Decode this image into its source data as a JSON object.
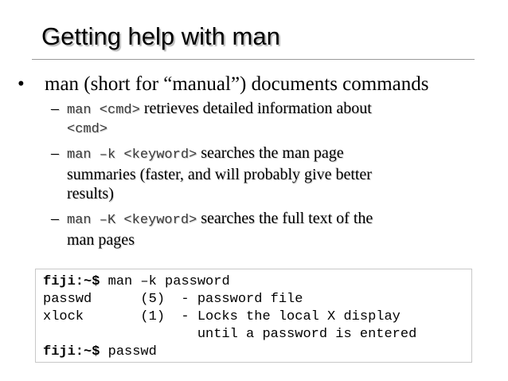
{
  "slide": {
    "title": "Getting help with man",
    "bullet_marker": "•",
    "bullet_text": "man (short for “manual”) documents commands",
    "sub_marker": "–",
    "subitems": [
      {
        "code": "man <cmd>",
        "text_line1": " retrieves detailed information about",
        "line2_code": "<cmd>"
      },
      {
        "code": "man –k <keyword>",
        "text_line1": "  searches the man page",
        "line2": "summaries (faster, and will probably give better",
        "line3": "results)"
      },
      {
        "code": "man –K <keyword>",
        "text_line1": "  searches the full text of the",
        "line2": "man pages"
      }
    ]
  },
  "terminal": {
    "prompt": "fiji:~$",
    "line1_cmd": " man –k password",
    "line2": "passwd      (5)  - password file",
    "line3": "xlock       (1)  - Locks the local X display",
    "line4": "                   until a password is entered",
    "line5_cmd": " passwd"
  }
}
